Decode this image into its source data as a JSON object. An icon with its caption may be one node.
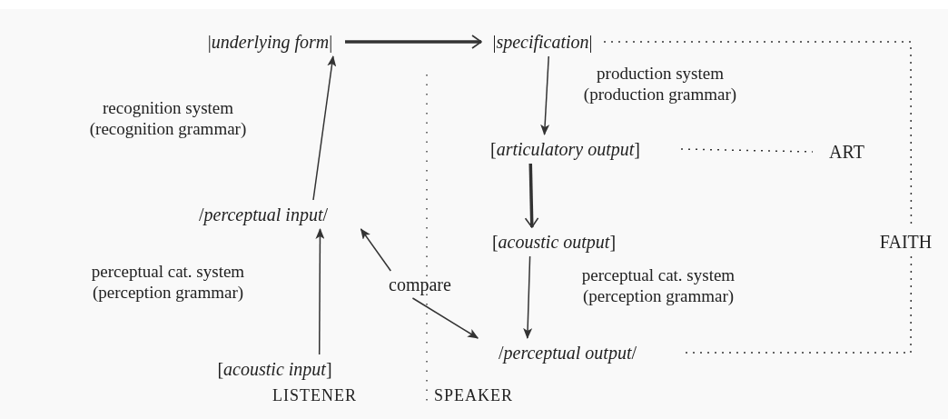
{
  "diagram": {
    "nodes": [
      {
        "text": [
          "|*underlying form*|"
        ]
      },
      {
        "text": [
          "|*specification*|"
        ]
      },
      {
        "text": [
          "[*articulatory output*]"
        ]
      },
      {
        "text": [
          "[*acoustic output*]"
        ]
      },
      {
        "text": [
          "/*perceptual output*/"
        ]
      },
      {
        "text": [
          "/*perceptual input*/"
        ]
      },
      {
        "text": [
          "[*acoustic input*]"
        ]
      },
      {
        "text": [
          "compare"
        ]
      },
      {
        "text": [
          "ART"
        ]
      },
      {
        "text": [
          "FAITH"
        ]
      }
    ],
    "edges": [
      {
        "from": 0,
        "to": 1,
        "arrow": "to",
        "style": "thick"
      },
      {
        "from": 1,
        "to": 2,
        "arrow": "to",
        "label": "production system (production grammar)"
      },
      {
        "from": 2,
        "to": 3,
        "arrow": "to",
        "style": "thick"
      },
      {
        "from": 3,
        "to": 4,
        "arrow": "to",
        "label": "perceptual cat. system (perception grammar)"
      },
      {
        "from": 6,
        "to": 5,
        "arrow": "to",
        "label": "perceptual cat. system (perception grammar)"
      },
      {
        "from": 5,
        "to": 0,
        "arrow": "to",
        "label": "recognition system (recognition grammar)"
      },
      {
        "from": 7,
        "to": 5,
        "arrow": "to"
      },
      {
        "from": 7,
        "to": 4,
        "arrow": "to"
      },
      {
        "from": 2,
        "to": 8,
        "arrow": "none",
        "style": "dashed"
      },
      {
        "from": 1,
        "to": 9,
        "arrow": "none",
        "style": "dashed"
      },
      {
        "from": 4,
        "to": 9,
        "arrow": "none",
        "style": "dashed"
      }
    ],
    "labels": [
      "LISTENER",
      "SPEAKER"
    ]
  }
}
